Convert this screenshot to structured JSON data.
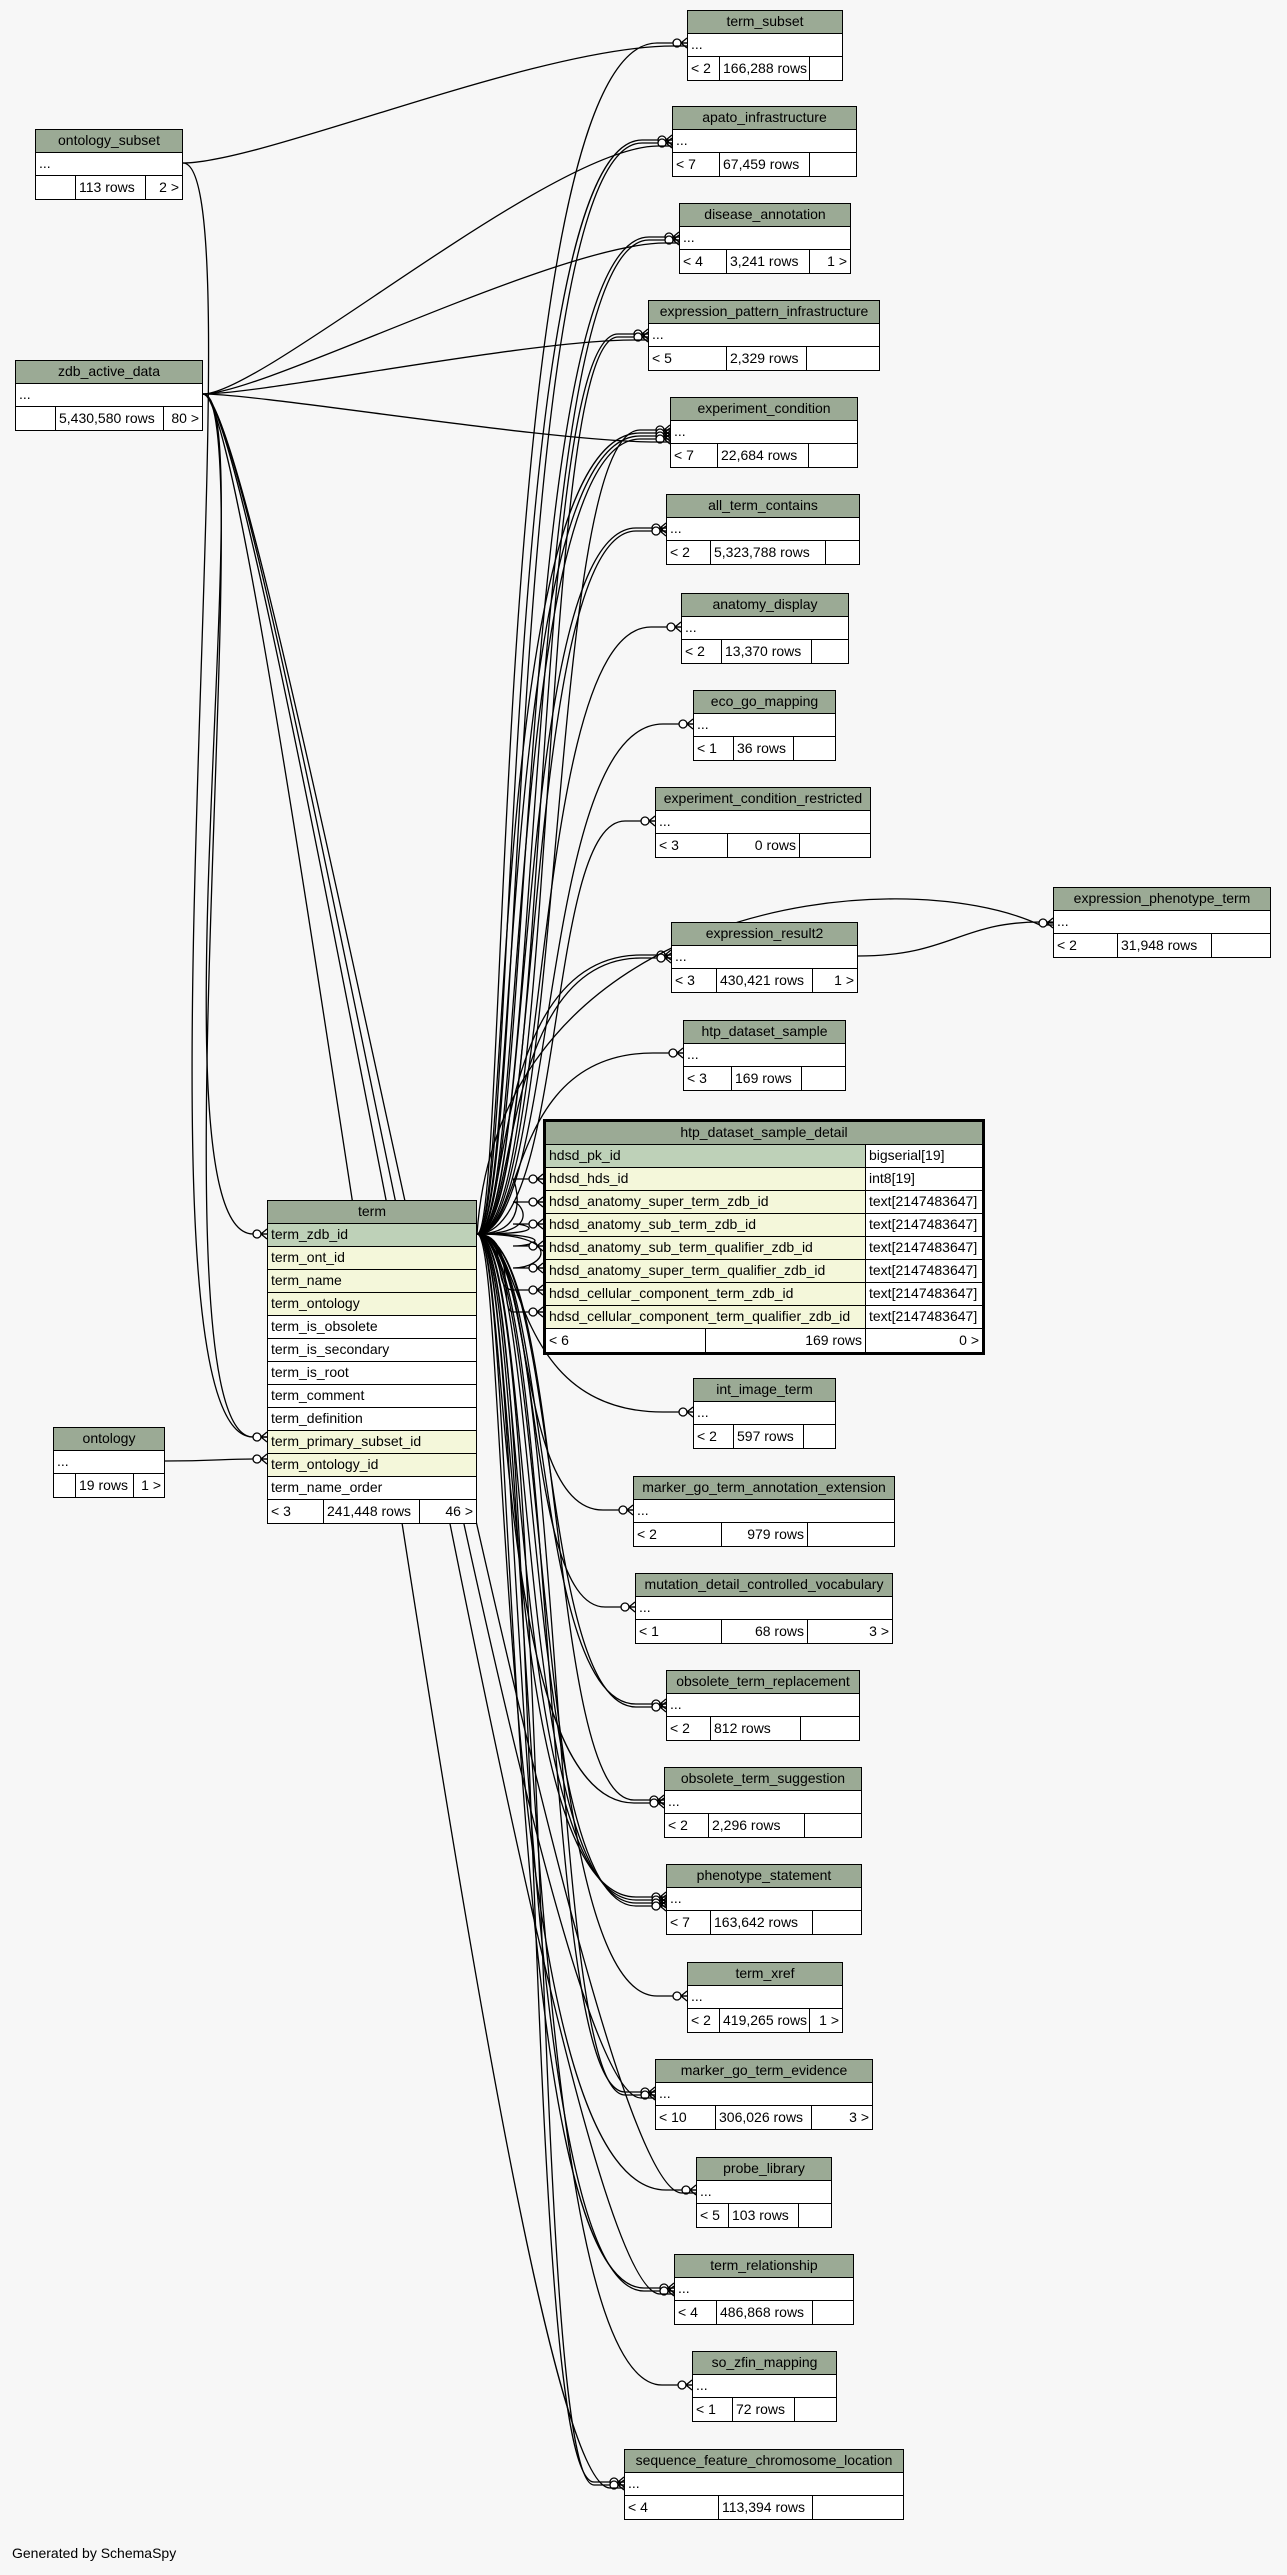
{
  "generated_by": "Generated by SchemaSpy",
  "colors": {
    "header": "#9baa95",
    "pk": "#bed1b8",
    "fk": "#f4f7da"
  },
  "dots": "...",
  "tables": {
    "term_subset": {
      "name": "term_subset",
      "c": "< 2",
      "rows": "166,288 rows",
      "p": ""
    },
    "apato_infrastructure": {
      "name": "apato_infrastructure",
      "c": "< 7",
      "rows": "67,459 rows",
      "p": ""
    },
    "ontology_subset": {
      "name": "ontology_subset",
      "c": "",
      "rows": "113 rows",
      "p": "2 >"
    },
    "disease_annotation": {
      "name": "disease_annotation",
      "c": "< 4",
      "rows": "3,241 rows",
      "p": "1 >"
    },
    "expression_pattern_infrastructure": {
      "name": "expression_pattern_infrastructure",
      "c": "< 5",
      "rows": "2,329 rows",
      "p": ""
    },
    "zdb_active_data": {
      "name": "zdb_active_data",
      "c": "",
      "rows": "5,430,580 rows",
      "p": "80 >"
    },
    "experiment_condition": {
      "name": "experiment_condition",
      "c": "< 7",
      "rows": "22,684 rows",
      "p": ""
    },
    "all_term_contains": {
      "name": "all_term_contains",
      "c": "< 2",
      "rows": "5,323,788 rows",
      "p": ""
    },
    "anatomy_display": {
      "name": "anatomy_display",
      "c": "< 2",
      "rows": "13,370 rows",
      "p": ""
    },
    "eco_go_mapping": {
      "name": "eco_go_mapping",
      "c": "< 1",
      "rows": "36 rows",
      "p": ""
    },
    "experiment_condition_restricted": {
      "name": "experiment_condition_restricted",
      "c": "< 3",
      "rows": "0 rows",
      "p": ""
    },
    "expression_phenotype_term": {
      "name": "expression_phenotype_term",
      "c": "< 2",
      "rows": "31,948 rows",
      "p": ""
    },
    "expression_result2": {
      "name": "expression_result2",
      "c": "< 3",
      "rows": "430,421 rows",
      "p": "1 >"
    },
    "htp_dataset_sample": {
      "name": "htp_dataset_sample",
      "c": "< 3",
      "rows": "169 rows",
      "p": ""
    },
    "int_image_term": {
      "name": "int_image_term",
      "c": "< 2",
      "rows": "597 rows",
      "p": ""
    },
    "ontology": {
      "name": "ontology",
      "c": "",
      "rows": "19 rows",
      "p": "1 >"
    },
    "marker_go_term_annotation_extension": {
      "name": "marker_go_term_annotation_extension",
      "c": "< 2",
      "rows": "979 rows",
      "p": ""
    },
    "mutation_detail_controlled_vocabulary": {
      "name": "mutation_detail_controlled_vocabulary",
      "c": "< 1",
      "rows": "68 rows",
      "p": "3 >"
    },
    "obsolete_term_replacement": {
      "name": "obsolete_term_replacement",
      "c": "< 2",
      "rows": "812 rows",
      "p": ""
    },
    "obsolete_term_suggestion": {
      "name": "obsolete_term_suggestion",
      "c": "< 2",
      "rows": "2,296 rows",
      "p": ""
    },
    "phenotype_statement": {
      "name": "phenotype_statement",
      "c": "< 7",
      "rows": "163,642 rows",
      "p": ""
    },
    "term_xref": {
      "name": "term_xref",
      "c": "< 2",
      "rows": "419,265 rows",
      "p": "1 >"
    },
    "marker_go_term_evidence": {
      "name": "marker_go_term_evidence",
      "c": "< 10",
      "rows": "306,026 rows",
      "p": "3 >"
    },
    "probe_library": {
      "name": "probe_library",
      "c": "< 5",
      "rows": "103 rows",
      "p": ""
    },
    "term_relationship": {
      "name": "term_relationship",
      "c": "< 4",
      "rows": "486,868 rows",
      "p": ""
    },
    "so_zfin_mapping": {
      "name": "so_zfin_mapping",
      "c": "< 1",
      "rows": "72 rows",
      "p": ""
    },
    "sequence_feature_chromosome_location": {
      "name": "sequence_feature_chromosome_location",
      "c": "< 4",
      "rows": "113,394 rows",
      "p": ""
    }
  },
  "term": {
    "name": "term",
    "columns": [
      "term_zdb_id",
      "term_ont_id",
      "term_name",
      "term_ontology",
      "term_is_obsolete",
      "term_is_secondary",
      "term_is_root",
      "term_comment",
      "term_definition",
      "term_primary_subset_id",
      "term_ontology_id",
      "term_name_order"
    ],
    "c": "< 3",
    "rows": "241,448 rows",
    "p": "46 >"
  },
  "htp_dataset_sample_detail": {
    "name": "htp_dataset_sample_detail",
    "columns": [
      {
        "name": "hdsd_pk_id",
        "type": "bigserial[19]"
      },
      {
        "name": "hdsd_hds_id",
        "type": "int8[19]"
      },
      {
        "name": "hdsd_anatomy_super_term_zdb_id",
        "type": "text[2147483647]"
      },
      {
        "name": "hdsd_anatomy_sub_term_zdb_id",
        "type": "text[2147483647]"
      },
      {
        "name": "hdsd_anatomy_sub_term_qualifier_zdb_id",
        "type": "text[2147483647]"
      },
      {
        "name": "hdsd_anatomy_super_term_qualifier_zdb_id",
        "type": "text[2147483647]"
      },
      {
        "name": "hdsd_cellular_component_term_zdb_id",
        "type": "text[2147483647]"
      },
      {
        "name": "hdsd_cellular_component_term_qualifier_zdb_id",
        "type": "text[2147483647]"
      }
    ],
    "c": "< 6",
    "rows": "169 rows",
    "p": "0 >"
  }
}
